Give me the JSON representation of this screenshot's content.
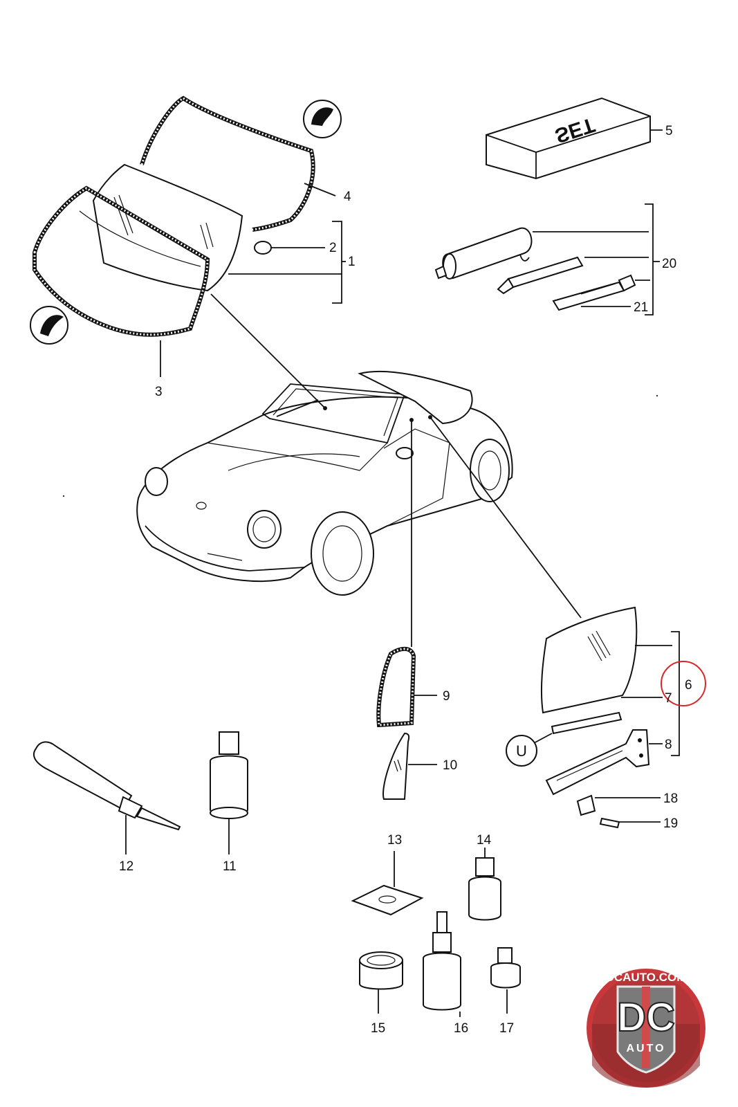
{
  "callouts": {
    "c1": "1",
    "c2": "2",
    "c3": "3",
    "c4": "4",
    "c5": "5",
    "c6": "6",
    "c7": "7",
    "c8": "8",
    "c9": "9",
    "c10": "10",
    "c11": "11",
    "c12": "12",
    "c13": "13",
    "c14": "14",
    "c15": "15",
    "c16": "16",
    "c17": "17",
    "c18": "18",
    "c19": "19",
    "c20": "20",
    "c21": "21"
  },
  "set_box_label": "SET",
  "u_marker": "U",
  "logo": {
    "site": "DCAUTO.COM",
    "mark": "DC",
    "word": "AUTO"
  },
  "colors": {
    "highlight_circle": "#d9262b",
    "logo_red": "#c8383a",
    "logo_dark": "#8f2a2c"
  }
}
